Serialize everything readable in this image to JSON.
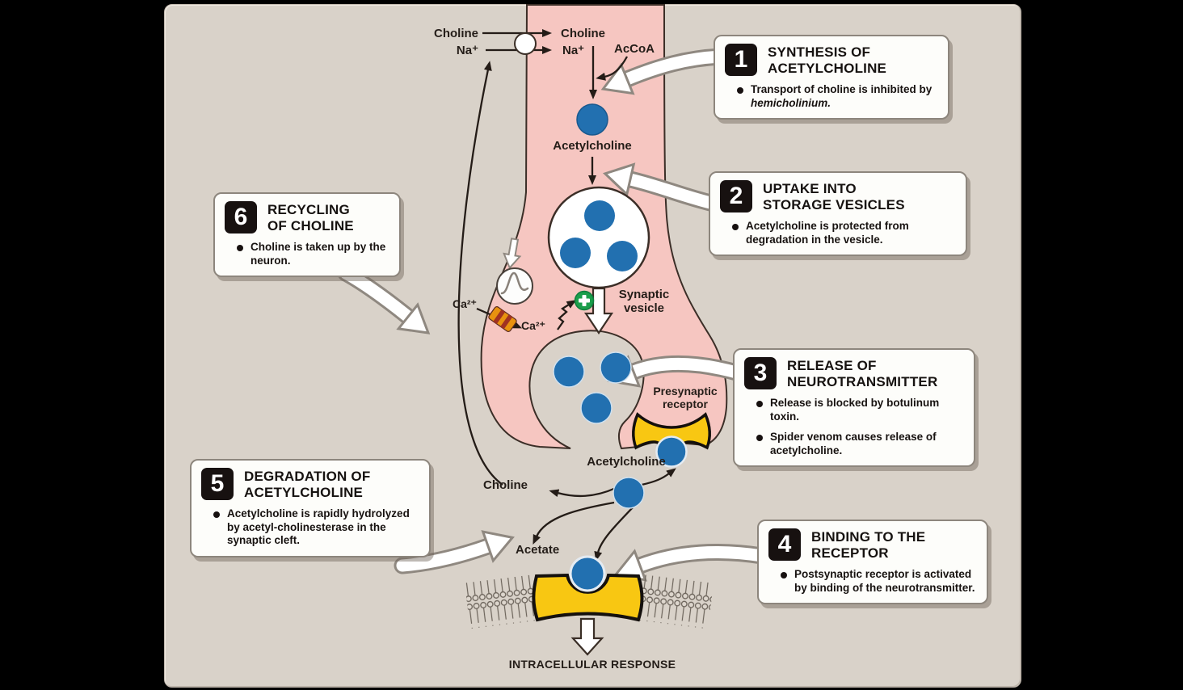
{
  "figure": {
    "background": "#d9d2c9",
    "neuron_pink": "#f6c6c1",
    "vesicle_blue": "#2270b0",
    "receptor_yellow": "#f8c712",
    "calcium_channel_orange": "#e8920f",
    "plus_green": "#1b9e4b"
  },
  "labels": {
    "choline_outside": "Choline",
    "sodium_outside": "Na⁺",
    "choline_inside": "Choline",
    "sodium_inside": "Na⁺",
    "accoa": "AcCoA",
    "acetylcholine_top": "Acetylcholine",
    "synaptic_vesicle": "Synaptic\nvesicle",
    "calcium_outside": "Ca²⁺",
    "calcium_inside": "Ca²⁺",
    "presynaptic_receptor": "Presynaptic\nreceptor",
    "acetylcholine_cleft": "Acetylcholine",
    "choline_cleft": "Choline",
    "acetate": "Acetate",
    "intracellular_response": "INTRACELLULAR RESPONSE"
  },
  "boxes": [
    {
      "number": "1",
      "title": "SYNTHESIS OF\nACETYLCHOLINE",
      "bullets": [
        {
          "text": "Transport of choline is inhibited by ",
          "em": "hemicholinium."
        }
      ]
    },
    {
      "number": "2",
      "title": "UPTAKE INTO\nSTORAGE VESICLES",
      "bullets": [
        {
          "text": "Acetylcholine is protected from degradation in the vesicle."
        }
      ]
    },
    {
      "number": "3",
      "title": "RELEASE OF\nNEUROTRANSMITTER",
      "bullets": [
        {
          "text": "Release is blocked by botulinum toxin."
        },
        {
          "text": "Spider venom causes release of acetylcholine."
        }
      ]
    },
    {
      "number": "4",
      "title": "BINDING TO THE\nRECEPTOR",
      "bullets": [
        {
          "text": "Postsynaptic receptor is activated by binding of the neurotransmitter."
        }
      ]
    },
    {
      "number": "5",
      "title": "DEGRADATION OF\nACETYLCHOLINE",
      "bullets": [
        {
          "text": "Acetylcholine is rapidly hydrolyzed by acetyl-cholinesterase in the synaptic cleft."
        }
      ]
    },
    {
      "number": "6",
      "title": "RECYCLING\nOF CHOLINE",
      "bullets": [
        {
          "text": "Choline is taken up by the neuron."
        }
      ]
    }
  ]
}
